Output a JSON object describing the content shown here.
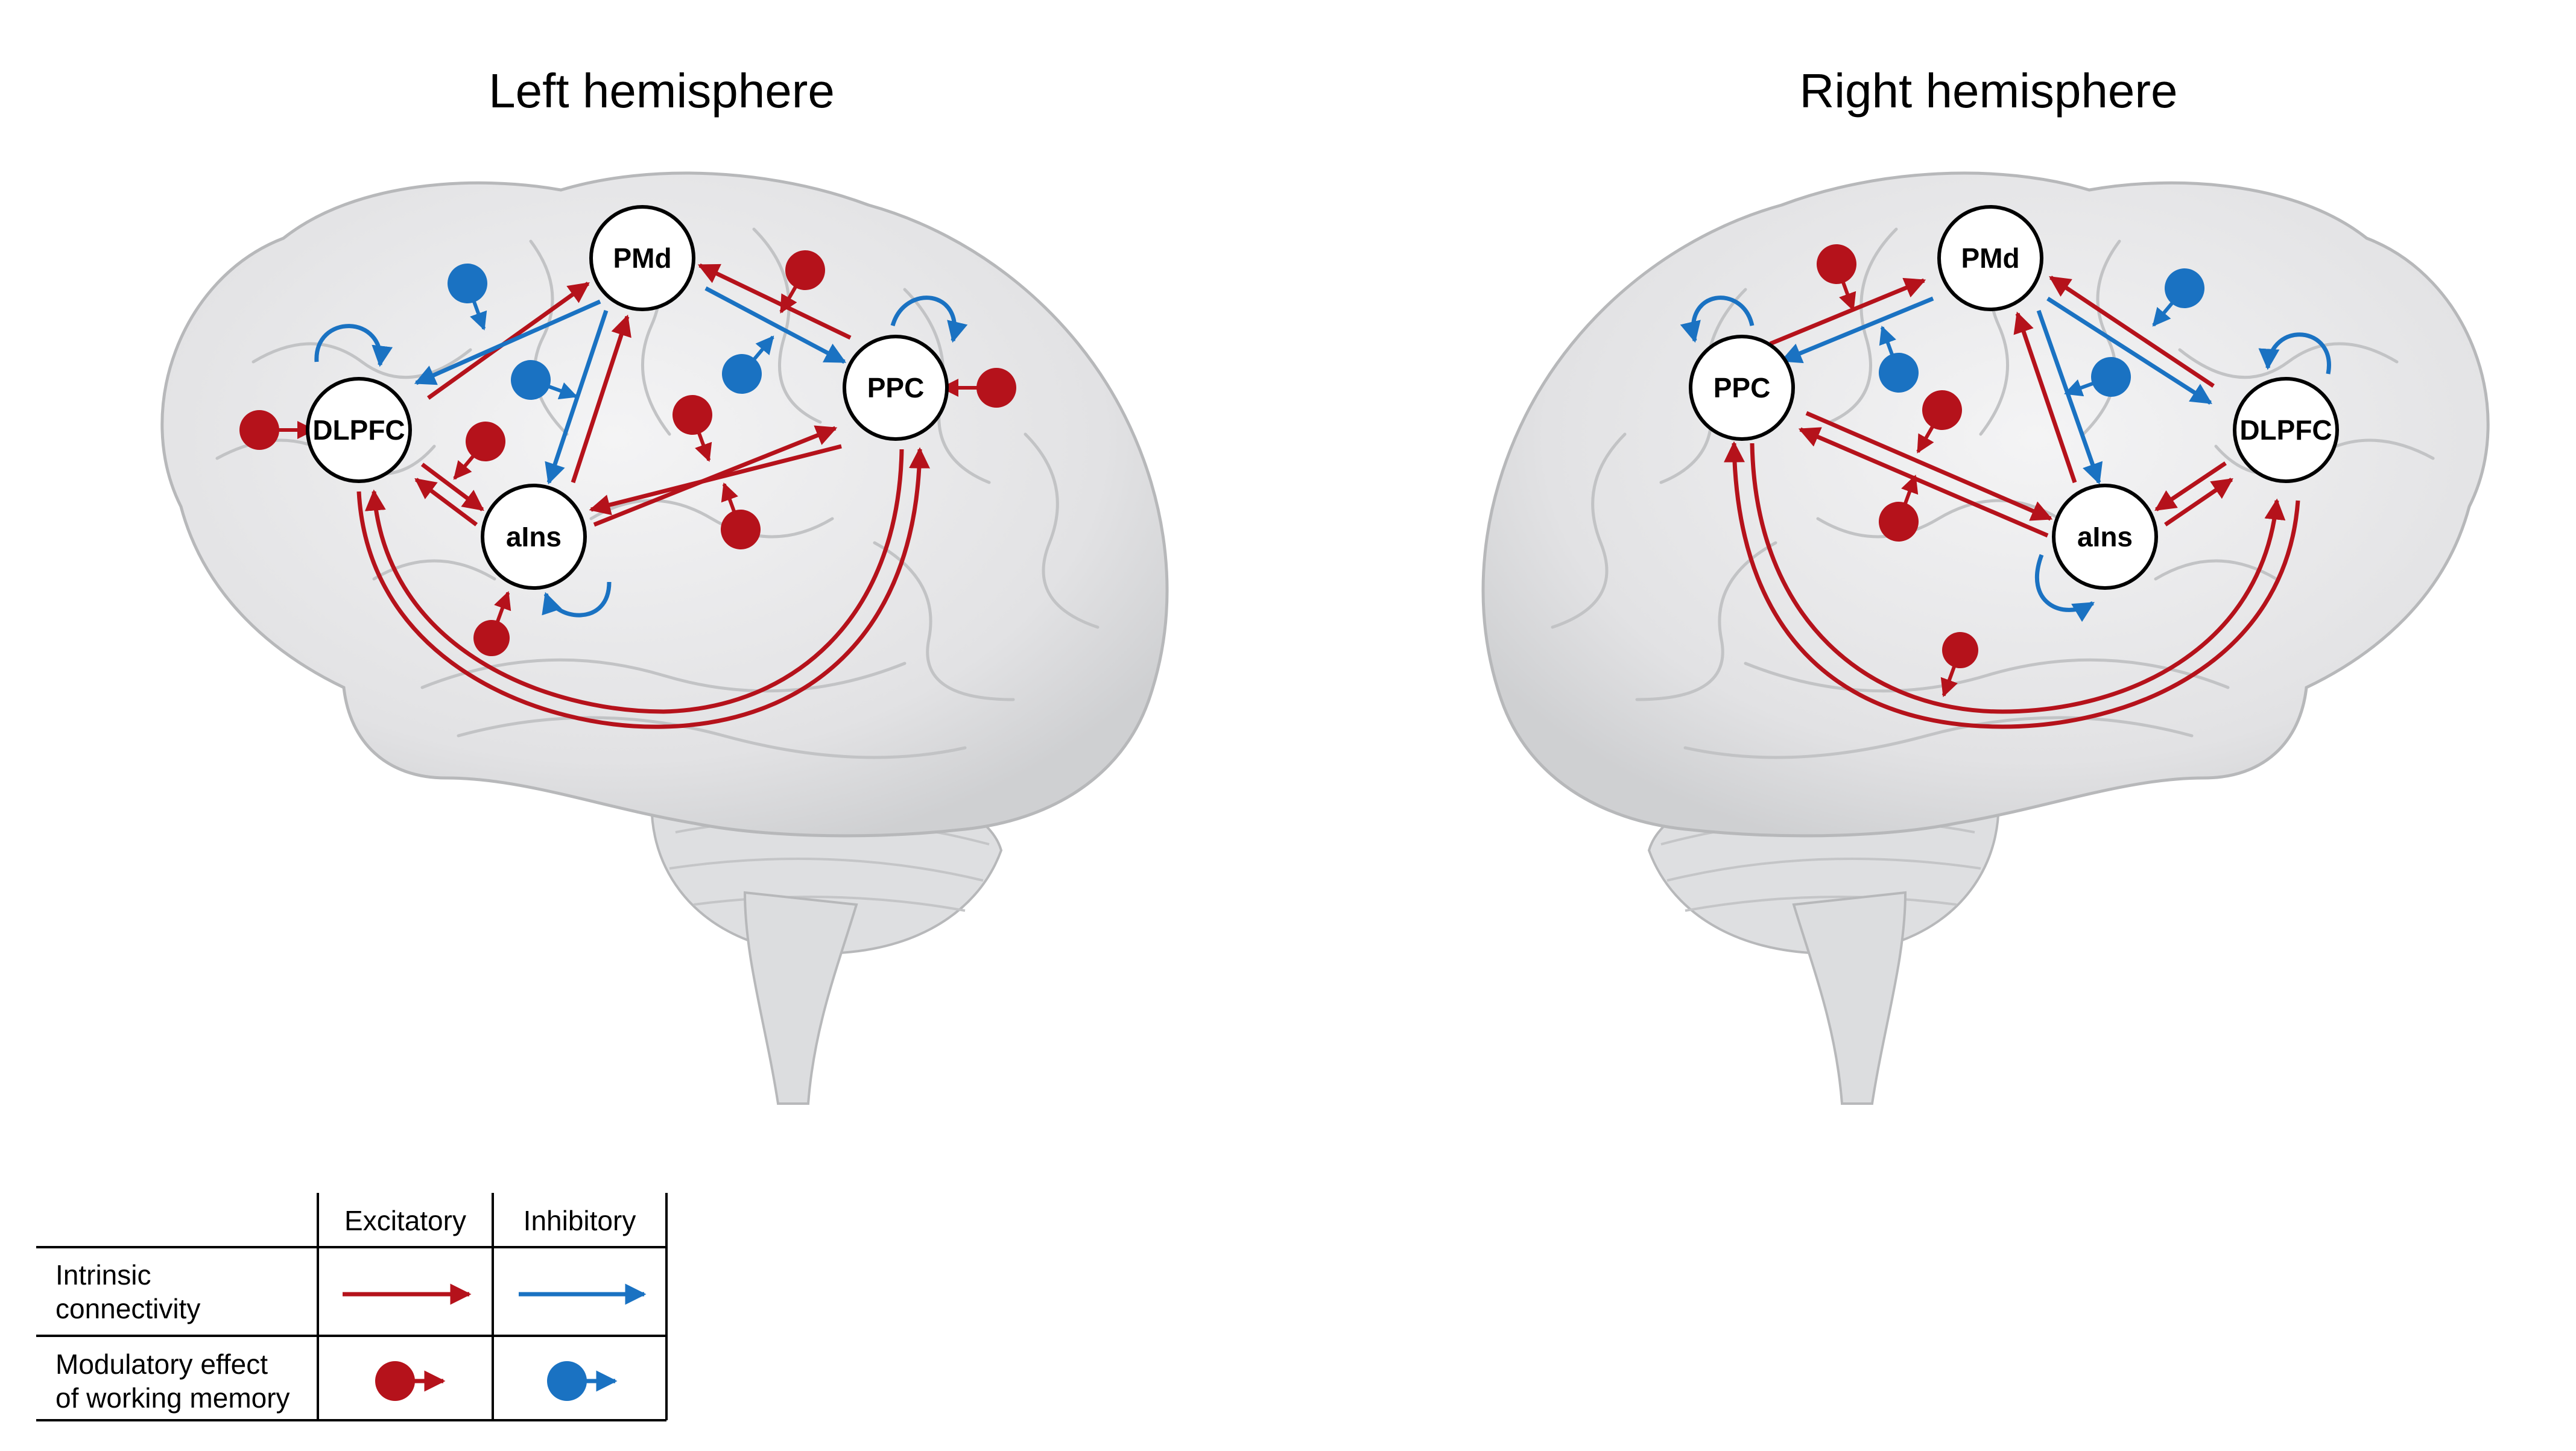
{
  "colors": {
    "excitatory": "#b5121b",
    "inhibitory": "#1a72c2",
    "brain_fill": "#e9e9ea",
    "brain_line": "#b7b8ba"
  },
  "left": {
    "title": "Left hemisphere",
    "nodes": {
      "pmd": "PMd",
      "dlpfc": "DLPFC",
      "ppc": "PPC",
      "ains": "aIns"
    }
  },
  "right": {
    "title": "Right hemisphere",
    "nodes": {
      "pmd": "PMd",
      "dlpfc": "DLPFC",
      "ppc": "PPC",
      "ains": "aIns"
    }
  },
  "legend": {
    "col_excitatory": "Excitatory",
    "col_inhibitory": "Inhibitory",
    "row1_line1": "Intrinsic",
    "row1_line2": "connectivity",
    "row2_line1": "Modulatory effect",
    "row2_line2": "of working memory"
  }
}
